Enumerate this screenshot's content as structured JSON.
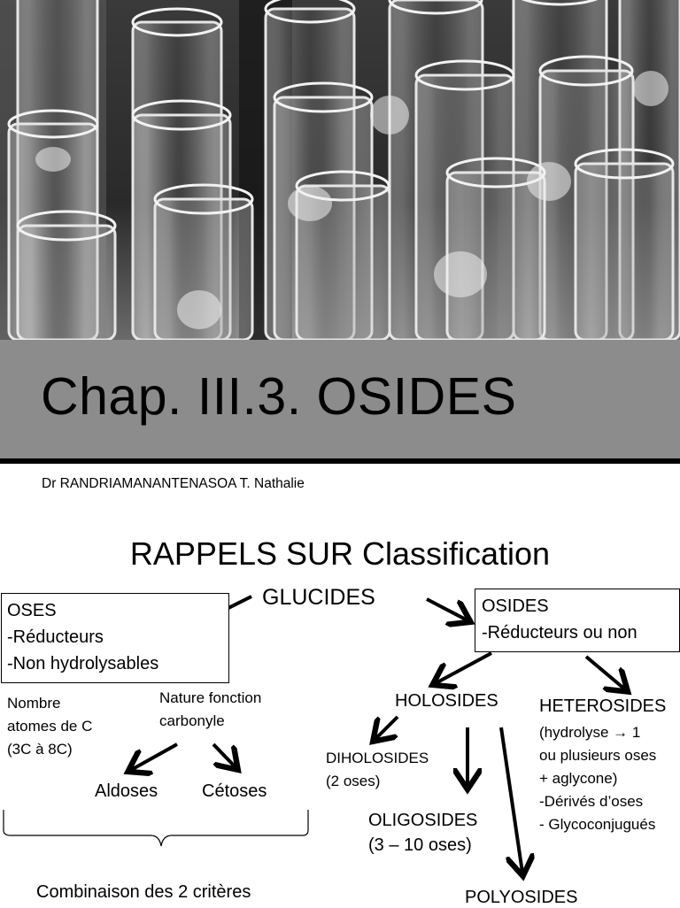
{
  "slide1": {
    "title": "Chap. III.3. OSIDES",
    "author": "Dr RANDRIAMANANTENASOA T. Nathalie"
  },
  "slide2": {
    "title": "RAPPELS SUR Classification",
    "root": "GLUCIDES",
    "oses_box": [
      "OSES",
      "-Réducteurs",
      "-Non hydrolysables"
    ],
    "osides_box": [
      "OSIDES",
      "-Réducteurs ou non"
    ],
    "criteria": {
      "nombre_line1": "Nombre",
      "nombre_line2": "atomes de C",
      "nombre_line3": "(3C à 8C)",
      "nature_line1": "Nature fonction",
      "nature_line2": "carbonyle"
    },
    "aldoses": "Aldoses",
    "cetoses": "Cétoses",
    "combinaison": "Combinaison des 2 critères",
    "holosides": "HOLOSIDES",
    "heterosides": {
      "label": "HETEROSIDES",
      "line1": "(hydrolyse → 1",
      "line2": "ou plusieurs oses",
      "line3": "+ aglycone)",
      "line4": "-Dérivés d’oses",
      "line5": "- Glycoconjugués"
    },
    "diholosides": {
      "label": "DIHOLOSIDES",
      "detail": "(2 oses)"
    },
    "oligosides": {
      "label": "OLIGOSIDES",
      "detail": "(3 – 10 oses)"
    },
    "polyosides": "POLYOSIDES"
  }
}
